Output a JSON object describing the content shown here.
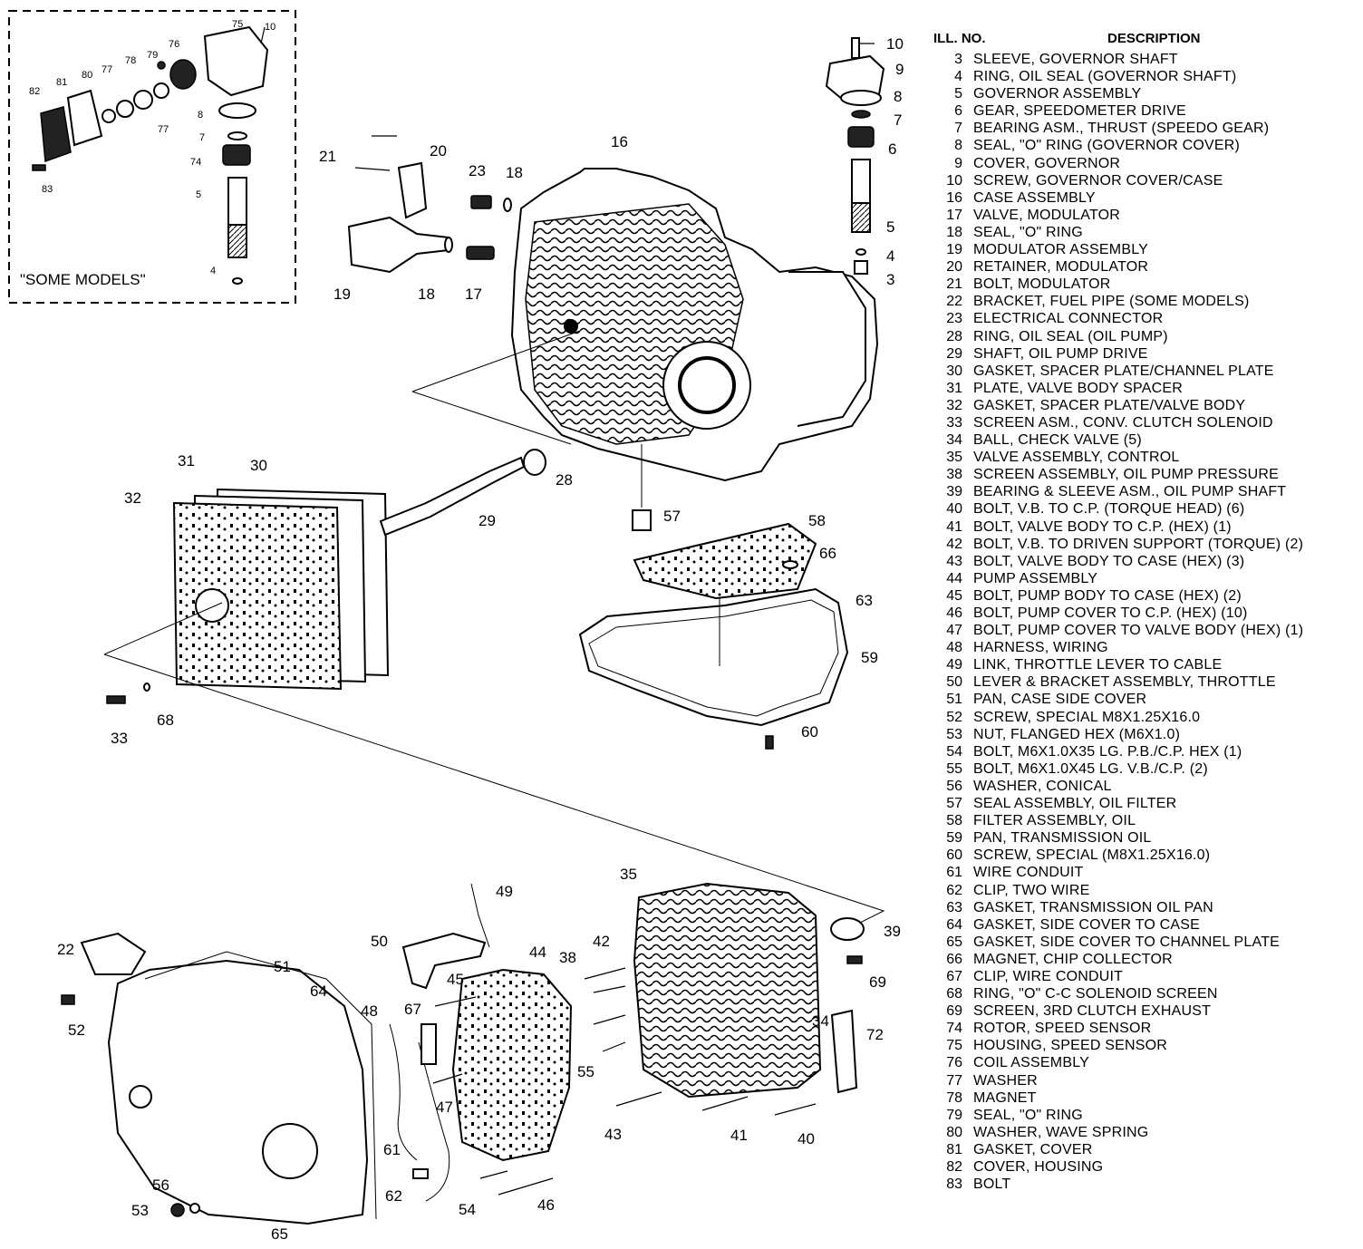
{
  "inset": {
    "caption": "\"SOME MODELS\"",
    "callouts": [
      "10",
      "75",
      "76",
      "79",
      "78",
      "77",
      "80",
      "81",
      "82",
      "8",
      "77",
      "7",
      "74",
      "5",
      "83",
      "4"
    ]
  },
  "callouts": [
    "10",
    "9",
    "8",
    "7",
    "6",
    "5",
    "4",
    "3",
    "16",
    "20",
    "21",
    "23",
    "18",
    "19",
    "18",
    "17",
    "31",
    "30",
    "32",
    "28",
    "29",
    "57",
    "58",
    "66",
    "63",
    "59",
    "60",
    "33",
    "68",
    "49",
    "35",
    "39",
    "22",
    "50",
    "44",
    "42",
    "38",
    "45",
    "51",
    "64",
    "69",
    "48",
    "67",
    "34",
    "72",
    "52",
    "55",
    "47",
    "43",
    "41",
    "40",
    "61",
    "62",
    "54",
    "46",
    "56",
    "53",
    "65"
  ],
  "legend": {
    "header_no": "ILL. NO.",
    "header_desc": "DESCRIPTION",
    "items": [
      {
        "no": "3",
        "desc": "SLEEVE, GOVERNOR SHAFT"
      },
      {
        "no": "4",
        "desc": "RING, OIL SEAL (GOVERNOR SHAFT)"
      },
      {
        "no": "5",
        "desc": "GOVERNOR ASSEMBLY"
      },
      {
        "no": "6",
        "desc": "GEAR, SPEEDOMETER DRIVE"
      },
      {
        "no": "7",
        "desc": "BEARING ASM., THRUST (SPEEDO GEAR)"
      },
      {
        "no": "8",
        "desc": "SEAL, \"O\" RING (GOVERNOR COVER)"
      },
      {
        "no": "9",
        "desc": "COVER, GOVERNOR"
      },
      {
        "no": "10",
        "desc": "SCREW, GOVERNOR COVER/CASE"
      },
      {
        "no": "16",
        "desc": "CASE ASSEMBLY"
      },
      {
        "no": "17",
        "desc": "VALVE, MODULATOR"
      },
      {
        "no": "18",
        "desc": "SEAL, \"O\" RING"
      },
      {
        "no": "19",
        "desc": "MODULATOR ASSEMBLY"
      },
      {
        "no": "20",
        "desc": "RETAINER, MODULATOR"
      },
      {
        "no": "21",
        "desc": "BOLT, MODULATOR"
      },
      {
        "no": "22",
        "desc": "BRACKET, FUEL PIPE (SOME MODELS)"
      },
      {
        "no": "23",
        "desc": "ELECTRICAL CONNECTOR"
      },
      {
        "no": "28",
        "desc": "RING, OIL SEAL (OIL PUMP)"
      },
      {
        "no": "29",
        "desc": "SHAFT, OIL PUMP DRIVE"
      },
      {
        "no": "30",
        "desc": "GASKET, SPACER PLATE/CHANNEL PLATE"
      },
      {
        "no": "31",
        "desc": "PLATE, VALVE BODY SPACER"
      },
      {
        "no": "32",
        "desc": "GASKET, SPACER PLATE/VALVE BODY"
      },
      {
        "no": "33",
        "desc": "SCREEN ASM., CONV. CLUTCH SOLENOID"
      },
      {
        "no": "34",
        "desc": "BALL, CHECK VALVE (5)"
      },
      {
        "no": "35",
        "desc": "VALVE ASSEMBLY, CONTROL"
      },
      {
        "no": "38",
        "desc": "SCREEN ASSEMBLY, OIL PUMP PRESSURE"
      },
      {
        "no": "39",
        "desc": "BEARING & SLEEVE ASM., OIL PUMP SHAFT"
      },
      {
        "no": "40",
        "desc": "BOLT, V.B. TO C.P. (TORQUE HEAD) (6)"
      },
      {
        "no": "41",
        "desc": "BOLT, VALVE BODY TO C.P. (HEX) (1)"
      },
      {
        "no": "42",
        "desc": "BOLT, V.B. TO DRIVEN SUPPORT (TORQUE) (2)"
      },
      {
        "no": "43",
        "desc": "BOLT, VALVE BODY TO CASE (HEX) (3)"
      },
      {
        "no": "44",
        "desc": "PUMP ASSEMBLY"
      },
      {
        "no": "45",
        "desc": "BOLT, PUMP BODY TO CASE (HEX) (2)"
      },
      {
        "no": "46",
        "desc": "BOLT, PUMP COVER TO C.P. (HEX) (10)"
      },
      {
        "no": "47",
        "desc": "BOLT, PUMP COVER TO VALVE BODY (HEX) (1)"
      },
      {
        "no": "48",
        "desc": "HARNESS, WIRING"
      },
      {
        "no": "49",
        "desc": "LINK, THROTTLE LEVER TO CABLE"
      },
      {
        "no": "50",
        "desc": "LEVER & BRACKET ASSEMBLY, THROTTLE"
      },
      {
        "no": "51",
        "desc": "PAN, CASE SIDE COVER"
      },
      {
        "no": "52",
        "desc": "SCREW, SPECIAL M8X1.25X16.0"
      },
      {
        "no": "53",
        "desc": "NUT, FLANGED HEX (M6X1.0)"
      },
      {
        "no": "54",
        "desc": "BOLT, M6X1.0X35 LG. P.B./C.P. HEX (1)"
      },
      {
        "no": "55",
        "desc": "BOLT, M6X1.0X45 LG. V.B./C.P. (2)"
      },
      {
        "no": "56",
        "desc": "WASHER, CONICAL"
      },
      {
        "no": "57",
        "desc": "SEAL ASSEMBLY, OIL FILTER"
      },
      {
        "no": "58",
        "desc": "FILTER ASSEMBLY, OIL"
      },
      {
        "no": "59",
        "desc": "PAN, TRANSMISSION OIL"
      },
      {
        "no": "60",
        "desc": "SCREW, SPECIAL (M8X1.25X16.0)"
      },
      {
        "no": "61",
        "desc": "WIRE CONDUIT"
      },
      {
        "no": "62",
        "desc": "CLIP, TWO WIRE"
      },
      {
        "no": "63",
        "desc": "GASKET, TRANSMISSION OIL PAN"
      },
      {
        "no": "64",
        "desc": "GASKET, SIDE COVER TO CASE"
      },
      {
        "no": "65",
        "desc": "GASKET, SIDE COVER TO CHANNEL PLATE"
      },
      {
        "no": "66",
        "desc": "MAGNET, CHIP COLLECTOR"
      },
      {
        "no": "67",
        "desc": "CLIP, WIRE CONDUIT"
      },
      {
        "no": "68",
        "desc": "RING, \"O\" C-C SOLENOID SCREEN"
      },
      {
        "no": "69",
        "desc": "SCREEN, 3RD CLUTCH EXHAUST"
      },
      {
        "no": "74",
        "desc": "ROTOR, SPEED SENSOR"
      },
      {
        "no": "75",
        "desc": "HOUSING, SPEED SENSOR"
      },
      {
        "no": "76",
        "desc": "COIL ASSEMBLY"
      },
      {
        "no": "77",
        "desc": "WASHER"
      },
      {
        "no": "78",
        "desc": "MAGNET"
      },
      {
        "no": "79",
        "desc": "SEAL, \"O\" RING"
      },
      {
        "no": "80",
        "desc": "WASHER, WAVE SPRING"
      },
      {
        "no": "81",
        "desc": "GASKET, COVER"
      },
      {
        "no": "82",
        "desc": "COVER, HOUSING"
      },
      {
        "no": "83",
        "desc": "BOLT"
      }
    ]
  }
}
